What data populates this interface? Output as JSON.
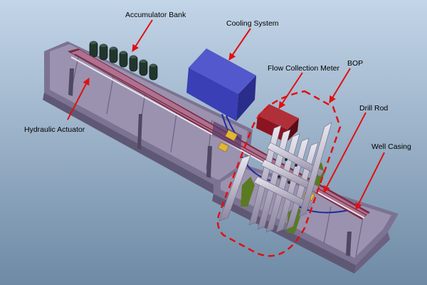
{
  "colors": {
    "background_top": "#c3d5e8",
    "background_bottom": "#6e8aa5",
    "tray": "#968eaa",
    "tray_dark": "#6f6685",
    "cooling_system": "#3b3fb5",
    "flow_meter": "#8b1420",
    "accumulator": "#22362e",
    "yellow_clamp": "#e2b636",
    "green_part": "#5a7a22",
    "label_arrow": "#e01010",
    "dashed_outline": "#e01010"
  },
  "labels": {
    "accumulator_bank": "Accumulator Bank",
    "cooling_system": "Cooling System",
    "flow_collection_meter": "Flow Collection Meter",
    "bop": "BOP",
    "drill_rod": "Drill Rod",
    "well_casing": "Well Casing",
    "hydraulic_actuator": "Hydraulic Actuator"
  },
  "icons": {
    "arrow": "arrow-icon"
  }
}
